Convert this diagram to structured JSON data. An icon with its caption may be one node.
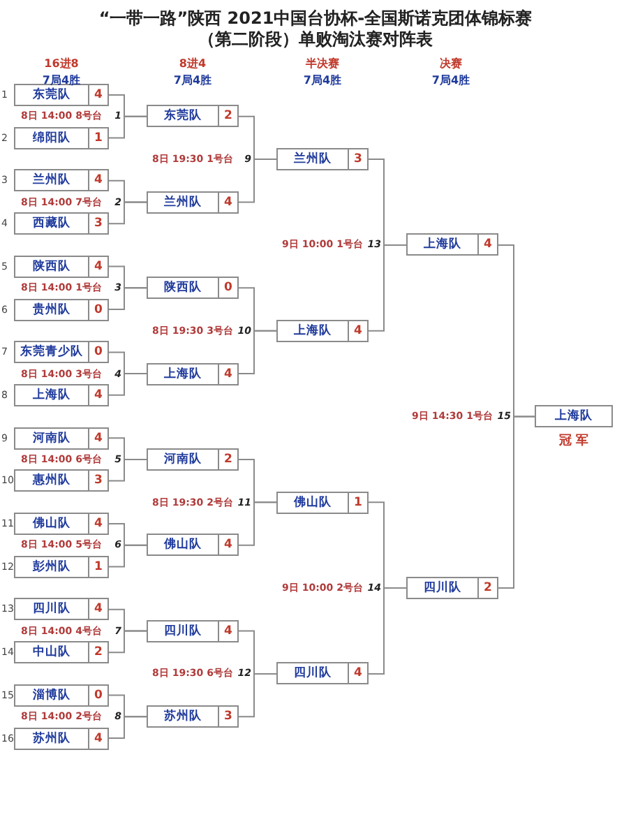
{
  "diagram": {
    "title": "“一带一路”陕西 2021中国台协杯-全国斯诺克团体锦标赛（第二阶段）单败淘汰赛对阵表",
    "nodes": [
      {
        "text": [
          "东莞队",
          "4"
        ],
        "beside": [
          "1"
        ]
      },
      {
        "text": [
          "绵阳队",
          "1"
        ],
        "beside": [
          "2"
        ]
      },
      {
        "text": [
          "兰州队",
          "4"
        ],
        "beside": [
          "3"
        ]
      },
      {
        "text": [
          "西藏队",
          "3"
        ],
        "beside": [
          "4"
        ]
      },
      {
        "text": [
          "陕西队",
          "4"
        ],
        "beside": [
          "5"
        ]
      },
      {
        "text": [
          "贵州队",
          "0"
        ],
        "beside": [
          "6"
        ]
      },
      {
        "text": [
          "东莞青少队",
          "0"
        ],
        "beside": [
          "7"
        ]
      },
      {
        "text": [
          "上海队",
          "4"
        ],
        "beside": [
          "8"
        ]
      },
      {
        "text": [
          "河南队",
          "4"
        ],
        "beside": [
          "9"
        ]
      },
      {
        "text": [
          "惠州队",
          "3"
        ],
        "beside": [
          "10"
        ]
      },
      {
        "text": [
          "佛山队",
          "4"
        ],
        "beside": [
          "11"
        ]
      },
      {
        "text": [
          "彭州队",
          "1"
        ],
        "beside": [
          "12"
        ]
      },
      {
        "text": [
          "四川队",
          "4"
        ],
        "beside": [
          "13"
        ]
      },
      {
        "text": [
          "中山队",
          "2"
        ],
        "beside": [
          "14"
        ]
      },
      {
        "text": [
          "淄博队",
          "0"
        ],
        "beside": [
          "15"
        ]
      },
      {
        "text": [
          "苏州队",
          "4"
        ],
        "beside": [
          "16"
        ]
      },
      {
        "text": [
          "东莞队",
          "2"
        ]
      },
      {
        "text": [
          "兰州队",
          "4"
        ]
      },
      {
        "text": [
          "陕西队",
          "0"
        ]
      },
      {
        "text": [
          "上海队",
          "4"
        ]
      },
      {
        "text": [
          "河南队",
          "2"
        ]
      },
      {
        "text": [
          "佛山队",
          "4"
        ]
      },
      {
        "text": [
          "四川队",
          "4"
        ]
      },
      {
        "text": [
          "苏州队",
          "3"
        ]
      },
      {
        "text": [
          "兰州队",
          "3"
        ]
      },
      {
        "text": [
          "上海队",
          "4"
        ]
      },
      {
        "text": [
          "佛山队",
          "1"
        ]
      },
      {
        "text": [
          "四川队",
          "4"
        ]
      },
      {
        "text": [
          "上海队",
          "4"
        ]
      },
      {
        "text": [
          "四川队",
          "2"
        ]
      },
      {
        "text": [
          "上海队"
        ],
        "beside": [
          "冠 军"
        ]
      }
    ],
    "edges": [
      {
        "from": 0,
        "to": 16,
        "arrow": "none"
      },
      {
        "from": 1,
        "to": 16,
        "arrow": "none"
      },
      {
        "from": 2,
        "to": 17,
        "arrow": "none"
      },
      {
        "from": 3,
        "to": 17,
        "arrow": "none"
      },
      {
        "from": 4,
        "to": 18,
        "arrow": "none"
      },
      {
        "from": 5,
        "to": 18,
        "arrow": "none"
      },
      {
        "from": 6,
        "to": 19,
        "arrow": "none"
      },
      {
        "from": 7,
        "to": 19,
        "arrow": "none"
      },
      {
        "from": 8,
        "to": 20,
        "arrow": "none"
      },
      {
        "from": 9,
        "to": 20,
        "arrow": "none"
      },
      {
        "from": 10,
        "to": 21,
        "arrow": "none"
      },
      {
        "from": 11,
        "to": 21,
        "arrow": "none"
      },
      {
        "from": 12,
        "to": 22,
        "arrow": "none"
      },
      {
        "from": 13,
        "to": 22,
        "arrow": "none"
      },
      {
        "from": 14,
        "to": 23,
        "arrow": "none"
      },
      {
        "from": 15,
        "to": 23,
        "arrow": "none"
      },
      {
        "from": 16,
        "to": 24,
        "arrow": "none"
      },
      {
        "from": 17,
        "to": 24,
        "arrow": "none"
      },
      {
        "from": 18,
        "to": 25,
        "arrow": "none"
      },
      {
        "from": 19,
        "to": 25,
        "arrow": "none"
      },
      {
        "from": 20,
        "to": 26,
        "arrow": "none"
      },
      {
        "from": 21,
        "to": 26,
        "arrow": "none"
      },
      {
        "from": 22,
        "to": 27,
        "arrow": "none"
      },
      {
        "from": 23,
        "to": 27,
        "arrow": "none"
      },
      {
        "from": 24,
        "to": 28,
        "arrow": "none"
      },
      {
        "from": 25,
        "to": 28,
        "arrow": "none"
      },
      {
        "from": 26,
        "to": 29,
        "arrow": "none"
      },
      {
        "from": 27,
        "to": 29,
        "arrow": "none"
      },
      {
        "from": 28,
        "to": 30,
        "arrow": "none"
      },
      {
        "from": 29,
        "to": 30,
        "arrow": "none"
      }
    ],
    "labels": [
      "16进8",
      "7局4胜",
      "8进4",
      "7局4胜",
      "半决赛",
      "7局4胜",
      "决赛",
      "7局4胜",
      "8日 14:00 8号台",
      "1",
      "8日 14:00 7号台",
      "2",
      "8日 14:00 1号台",
      "3",
      "8日 14:00 3号台",
      "4",
      "8日 14:00 6号台",
      "5",
      "8日 14:00 5号台",
      "6",
      "8日 14:00 4号台",
      "7",
      "8日 14:00 2号台",
      "8",
      "8日 19:30 1号台",
      "9",
      "8日 19:30 3号台",
      "10",
      "8日 19:30 2号台",
      "11",
      "8日 19:30 6号台",
      "12",
      "9日 10:00 1号台",
      "13",
      "9日 10:00 2号台",
      "14",
      "9日 14:30 1号台",
      "15"
    ]
  }
}
